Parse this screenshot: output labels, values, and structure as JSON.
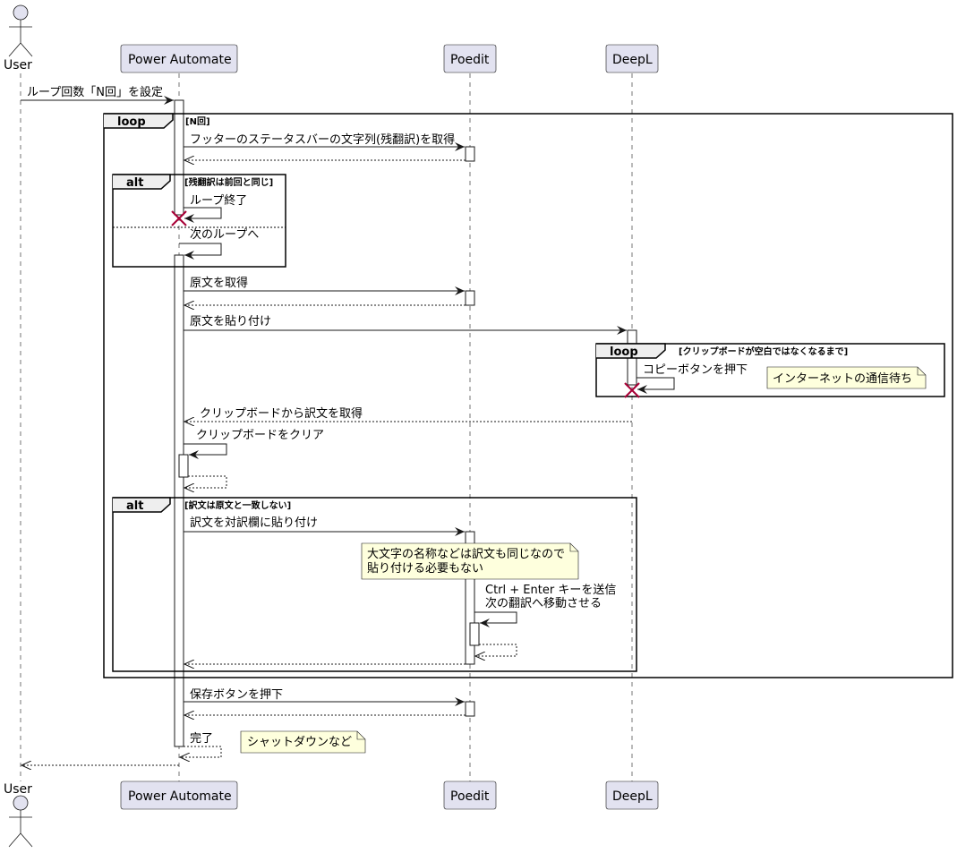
{
  "participants": {
    "user": "User",
    "power_automate": "Power Automate",
    "poedit": "Poedit",
    "deepl": "DeepL"
  },
  "messages": {
    "m1": "ループ回数「N回」を設定",
    "m2": "フッターのステータスバーの文字列(残翻訳)を取得",
    "m3": "ループ終了",
    "m4": "次のループへ",
    "m5": "原文を取得",
    "m6": "原文を貼り付け",
    "m7": "コピーボタンを押下",
    "m8": "クリップボードから訳文を取得",
    "m9": "クリップボードをクリア",
    "m10": "訳文を対訳欄に貼り付け",
    "m11_line1": "Ctrl + Enter キーを送信",
    "m11_line2": "次の翻訳へ移動させる",
    "m12": "保存ボタンを押下",
    "m13": "完了"
  },
  "frames": {
    "loop1": {
      "kind": "loop",
      "guard": "[N回]"
    },
    "alt1": {
      "kind": "alt",
      "guard": "[残翻訳は前回と同じ]"
    },
    "loop2": {
      "kind": "loop",
      "guard": "[クリップボードが空白ではなくなるまで]"
    },
    "alt2": {
      "kind": "alt",
      "guard": "[訳文は原文と一致しない]"
    }
  },
  "notes": {
    "n1": "インターネットの通信待ち",
    "n2_line1": "大文字の名称などは訳文も同じなので",
    "n2_line2": "貼り付ける必要もない",
    "n3": "シャットダウンなど"
  },
  "colors": {
    "participant_fill": "#E2E2F0",
    "note_fill": "#FEFFDD",
    "destroy": "#A80036",
    "line": "#181818"
  }
}
